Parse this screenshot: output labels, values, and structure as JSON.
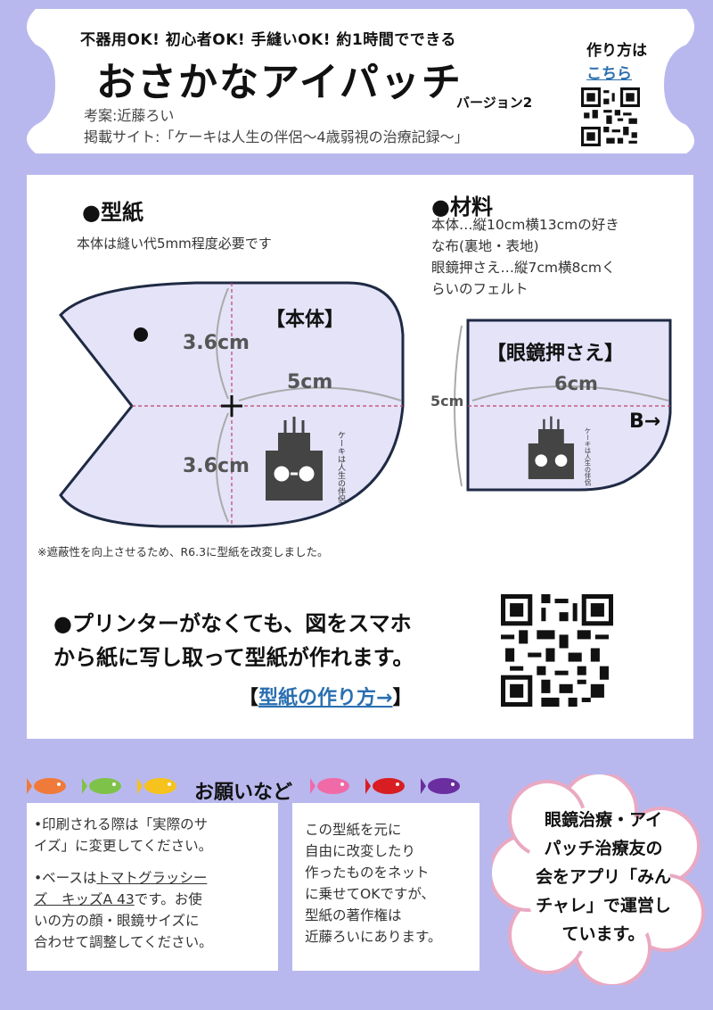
{
  "header": {
    "tagline": "不器用OK! 初心者OK! 手縫いOK! 約1時間でできる",
    "title": "おさかなアイパッチ",
    "version": "バージョン2",
    "author": "考案:近藤ろい",
    "site": "掲載サイト:「ケーキは人生の伴侶〜4歳弱視の治療記録〜」",
    "howto_label": "作り方は",
    "howto_link": "こちら"
  },
  "pattern": {
    "heading": "●型紙",
    "seam_note": "本体は縫い代5mm程度必要です",
    "body_label": "【本体】",
    "dim_upper": "3.6cm",
    "dim_lower": "3.6cm",
    "dim_width": "5cm",
    "logo_text": "ケーキは人生の伴侶",
    "footnote": "※遮蔽性を向上させるため、R6.3に型紙を改変しました。"
  },
  "materials": {
    "heading": "●材料",
    "line1": "本体…縦10cm横13cmの好き",
    "line2": "な布(裏地・表地)",
    "line3": "眼鏡押さえ…縦7cm横8cmく",
    "line4": "らいのフェルト"
  },
  "glasses_holder": {
    "label": "【眼鏡押さえ】",
    "dim_width": "6cm",
    "dim_height": "5cm",
    "marker": "B→"
  },
  "printer": {
    "line1": "●プリンターがなくても、図をスマホ",
    "line2": "から紙に写し取って型紙が作れます。",
    "link_open": "【",
    "link_text": "型紙の作り方→",
    "link_close": "】"
  },
  "requests": {
    "title": "お願いなど",
    "item1_line1": "•印刷される際は「実際のサ",
    "item1_line2": "イズ」に変更してください。",
    "item2_line1": "•ベースは",
    "item2_line1_ul": "トマトグラッシー",
    "item2_line2_ul": "ズ　キッズA 43",
    "item2_line2": "です。お使",
    "item2_line3": "いの方の顔・眼鏡サイズに",
    "item2_line4": "合わせて調整してください。",
    "copyright_line1": "この型紙を元に",
    "copyright_line2": "自由に改変したり",
    "copyright_line3": "作ったものをネット",
    "copyright_line4": "に乗せてOKですが、",
    "copyright_line5": "型紙の著作権は",
    "copyright_line6": "近藤ろいにあります。"
  },
  "bubble": {
    "line1": "眼鏡治療・アイ",
    "line2": "パッチ治療友の",
    "line3": "会をアプリ「みん",
    "line4": "チャレ」で運営し",
    "line5": "ています。"
  },
  "colors": {
    "background": "#b9b8ee",
    "pattern_fill": "#e4e3f8",
    "outline": "#1f2a44",
    "fold_line": "#c0436b",
    "link": "#2a6fb0",
    "fish": [
      "#f07a3a",
      "#7fc24a",
      "#f6c21e",
      "#f06aa8",
      "#d81e22",
      "#6a2ea0"
    ]
  }
}
